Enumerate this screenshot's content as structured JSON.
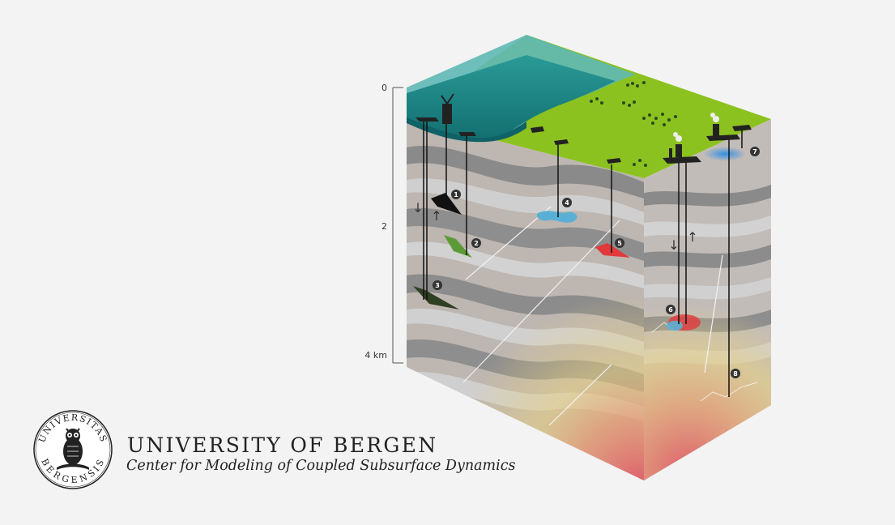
{
  "scale": {
    "top_label": "0",
    "mid_label": "2",
    "bottom_label": "4 km"
  },
  "markers": [
    "1",
    "2",
    "3",
    "4",
    "5",
    "6",
    "7",
    "8"
  ],
  "arrows": {
    "down": "↓",
    "up": "↑"
  },
  "institution": {
    "name": "UNIVERSITY OF BERGEN",
    "center": "Center for Modeling of Coupled Subsurface Dynamics",
    "seal_top": "UNIVERSITAS",
    "seal_bottom": "BERGENSIS"
  },
  "colors": {
    "background": "#f3f3f3",
    "sea": "#1f8a88",
    "land": "#8cc21f",
    "hydrocarbon": "#111111",
    "green_reservoir": "#5c9a38",
    "dark_green_reservoir": "#2f3f22",
    "water_reservoir": "#5ab0d4",
    "red_reservoir": "#e23a3a",
    "heat": "#e06070"
  }
}
